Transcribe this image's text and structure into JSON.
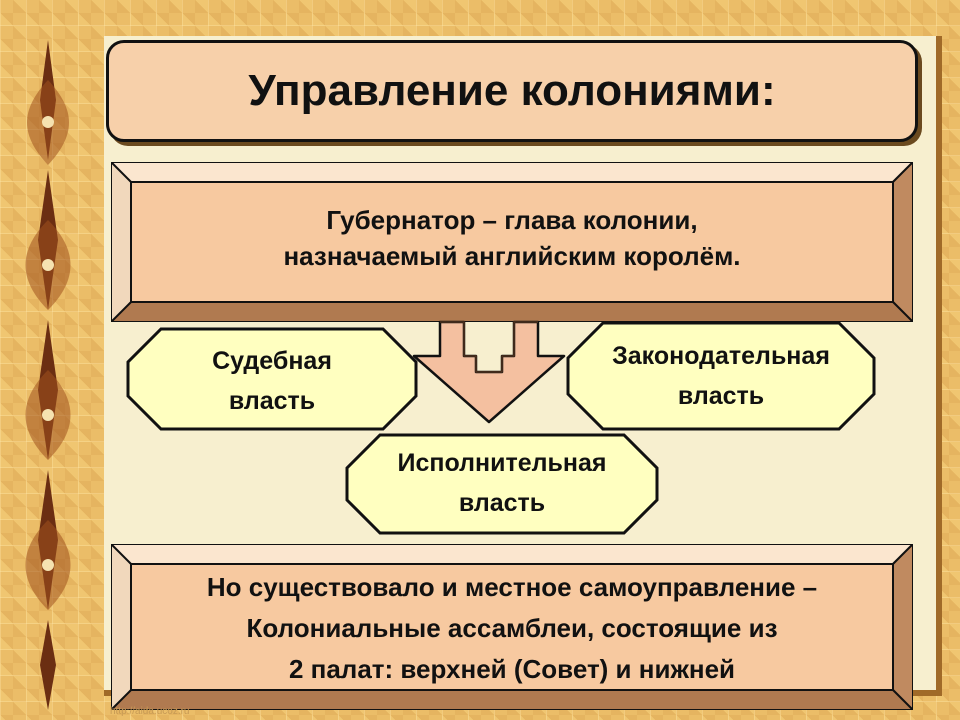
{
  "slide": {
    "title": "Управление колониями:",
    "governor": {
      "line1": "Губернатор – глава колонии,",
      "line2": "назначаемый английским королём."
    },
    "branches": {
      "judicial": {
        "line1": "Судебная",
        "line2": "власть"
      },
      "legislative": {
        "line1": "Законодательная",
        "line2": "власть"
      },
      "executive": {
        "line1": "Исполнительная",
        "line2": "власть"
      }
    },
    "assemblies": {
      "line1": "Но существовало и местное самоуправление –",
      "line2": "Колониальные ассамблеи, состоящие из",
      "line3": "2 палат: верхней (Совет) и нижней"
    },
    "watermark": "http://aida.ucoz.ru"
  },
  "colors": {
    "background": "#ebbd68",
    "panel": "#f7efcf",
    "title_fill": "#f7d0aa",
    "box_fill": "#f7c9a0",
    "octagon_fill": "#ffffc0",
    "arrow_fill": "#f4c0a0",
    "frame": "#a06a28"
  },
  "icons": [
    "ornament-icon",
    "down-arrow-icon"
  ]
}
